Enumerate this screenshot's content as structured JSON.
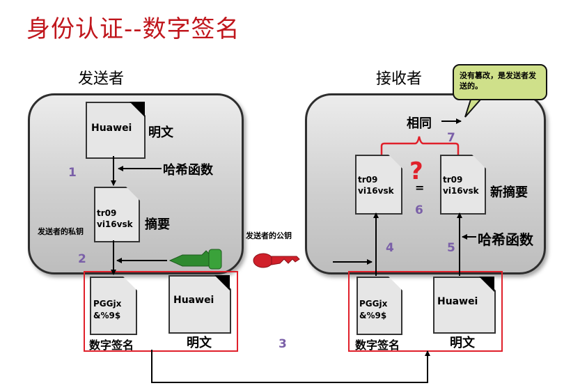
{
  "title": "身份认证--数字签名",
  "sender": {
    "heading": "发送者",
    "plaintext_doc": "Huawei",
    "plaintext_label": "明文",
    "hash_label": "哈希函数",
    "digest_doc_lines": [
      "tr09",
      "vi16vsk"
    ],
    "digest_label": "摘要",
    "private_key_label": "发送者的私钥"
  },
  "public_key_label": "发送者的公钥",
  "package_left": {
    "signature_doc_lines": [
      "PGGjx",
      "&%9$"
    ],
    "signature_label": "数字签名",
    "plaintext_doc": "Huawei",
    "plaintext_label": "明文"
  },
  "receiver": {
    "heading": "接收者",
    "callout_text": "没有篡改，是发送者发送的。",
    "same_label": "相同",
    "left_digest_lines": [
      "tr09",
      "vi16vsk"
    ],
    "question_mark": "?",
    "equals": "=",
    "right_digest_lines": [
      "tr09",
      "vi16vsk"
    ],
    "new_digest_label": "新摘要",
    "hash_label": "哈希函数"
  },
  "package_right": {
    "signature_doc_lines": [
      "PGGjx",
      "&%9$"
    ],
    "signature_label": "数字签名",
    "plaintext_doc": "Huawei",
    "plaintext_label": "明文"
  },
  "step_numbers": [
    "1",
    "2",
    "3",
    "4",
    "5",
    "6",
    "7"
  ],
  "colors": {
    "title": "#c0161c",
    "frame_red": "#e0202a",
    "step_number": "#7a5fa8",
    "private_key": "#2f8a2f",
    "public_key": "#d0202a",
    "callout_fill": "#cfe08a"
  },
  "icons": [
    "private-key-icon",
    "public-key-icon",
    "speech-callout-icon"
  ]
}
